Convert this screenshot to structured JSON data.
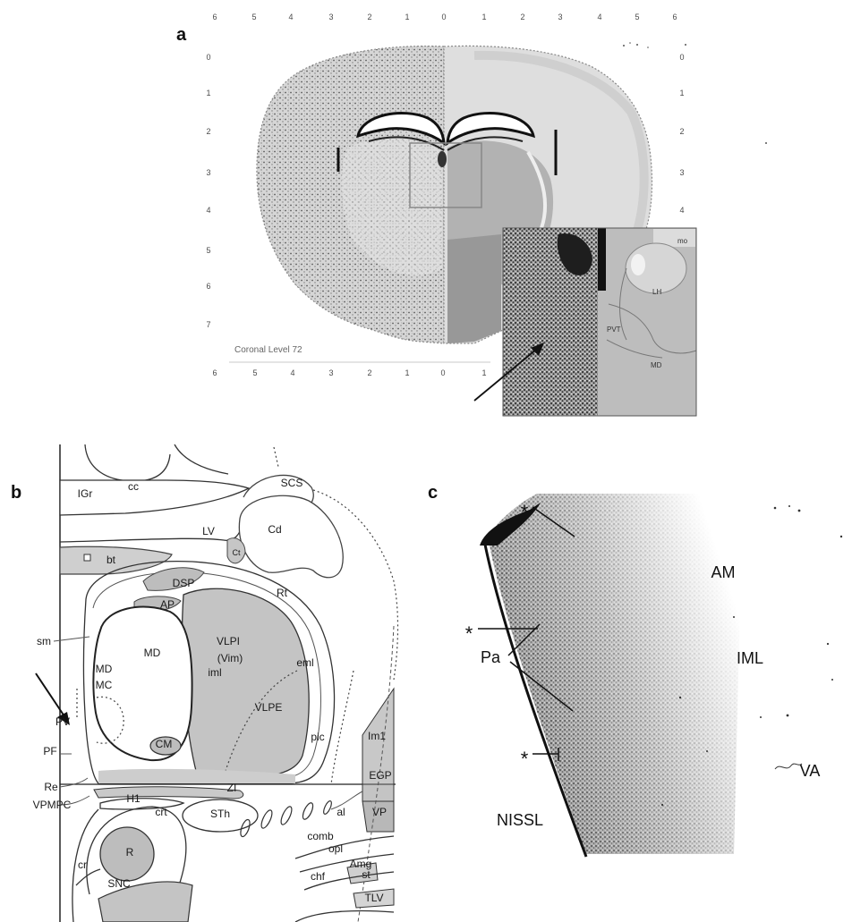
{
  "figure": {
    "panel_a": {
      "label": "a",
      "top_ruler": [
        "6",
        "5",
        "4",
        "3",
        "2",
        "1",
        "0",
        "1",
        "2",
        "3",
        "4",
        "5",
        "6"
      ],
      "left_ruler": [
        "0",
        "1",
        "2",
        "3",
        "4",
        "5",
        "6",
        "7"
      ],
      "right_ruler": [
        "0",
        "1",
        "2",
        "3",
        "4"
      ],
      "bottom_ruler": [
        "6",
        "5",
        "4",
        "3",
        "2",
        "1",
        "0",
        "1"
      ],
      "level_caption": "Coronal Level 72",
      "inset_labels": {
        "mo": "mo",
        "lh": "LH",
        "pvt": "PVT",
        "md": "MD"
      }
    },
    "panel_b": {
      "label": "b",
      "labels": {
        "scs": "SCS",
        "igr": "IGr",
        "cc": "cc",
        "cd": "Cd",
        "lv": "LV",
        "bt": "bt",
        "ct": "Ct",
        "dsp": "DSP",
        "ap": "AP",
        "rt": "Rt",
        "sm": "sm",
        "vlpi": "VLPI",
        "vim": "(Vim)",
        "md": "MD",
        "eml": "eml",
        "mdmc_md": "MD",
        "mdmc_mc": "MC",
        "iml": "iml",
        "vlpe": "VLPE",
        "pv": "PV",
        "pic": "pic",
        "im1": "Im1",
        "pf": "PF",
        "cm": "CM",
        "egp": "EGP",
        "re": "Re",
        "zi": "ZI",
        "h1": "H1",
        "vpmpc": "VPMPC",
        "crt": "crt",
        "sth": "STh",
        "al": "al",
        "vp": "VP",
        "comb": "comb",
        "r": "R",
        "opl": "opl",
        "amg": "Amg",
        "cr": "cr",
        "st": "st",
        "chf": "chf",
        "snc": "SNC",
        "tlv": "TLV"
      }
    },
    "panel_c": {
      "label": "c",
      "labels": {
        "star_top": "*",
        "am": "AM",
        "star_mid": "*",
        "pa": "Pa",
        "iml": "IML",
        "star_low": "*",
        "va": "VA",
        "stain": "NISSL"
      }
    }
  },
  "colors": {
    "background": "#ffffff",
    "stained_region": "#c4c4c4",
    "outline": "#333333",
    "nissl_dark": "#111111"
  }
}
